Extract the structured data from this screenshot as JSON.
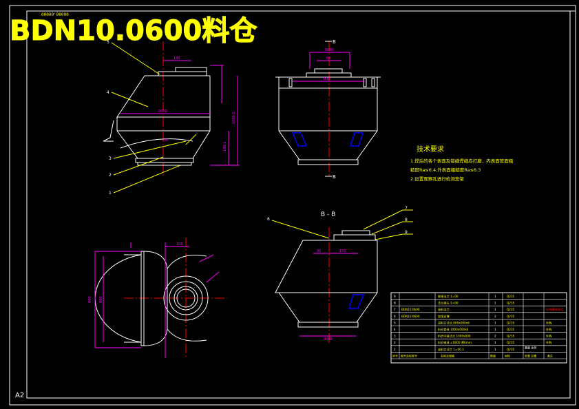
{
  "sheet": {
    "title": "BDN10.0600料仓",
    "small_title": "00000'00000",
    "sheet_size": "A2"
  },
  "colors": {
    "background": "#000000",
    "white": "#ffffff",
    "yellow": "#ffff00",
    "magenta": "#ff00ff",
    "red": "#ff0000",
    "blue": "#0000ff"
  },
  "front_view": {
    "part_numbers": [
      "5",
      "4",
      "3",
      "2",
      "1"
    ],
    "dimensions": [
      "180",
      "0000",
      "00",
      "00",
      "00",
      "1000.1",
      "180.1"
    ]
  },
  "side_view": {
    "section_marks": [
      "B",
      "B"
    ],
    "dimensions": [
      "0000",
      "00",
      "000"
    ]
  },
  "plan_view": {
    "dimensions": [
      "100",
      "000",
      "000",
      "000"
    ]
  },
  "section_view": {
    "label": "B - B",
    "part_numbers": [
      "6",
      "7",
      "8",
      "9"
    ],
    "dimensions": [
      "30",
      "170",
      "0000"
    ]
  },
  "technical_requirements": {
    "heading": "技术要求",
    "lines": [
      "1.焊后的各个表面及错缝焊缝应打磨，内表面管面粗",
      "糙度Ra≤6.4,外表面粗糙度Ra≤6.3",
      "2.设置观察孔进行检测支架"
    ]
  },
  "parts_table": {
    "rows": [
      {
        "no": "9",
        "code": "",
        "name": "联接法兰 1=00",
        "qty": "1",
        "material": "Q235",
        "note": ""
      },
      {
        "no": "8",
        "code": "",
        "name": "法兰接头 1=00",
        "qty": "1",
        "material": "Q235",
        "note": ""
      },
      {
        "no": "7",
        "code": "BDN10.0600",
        "name": "出料法兰",
        "qty": "1",
        "material": "Q235",
        "note": "标准零件选用"
      },
      {
        "no": "6",
        "code": "BDN10.0600",
        "name": "加强支撑",
        "qty": "2",
        "material": "Q235",
        "note": ""
      },
      {
        "no": "5",
        "code": "",
        "name": "进料口法兰 000x000x6",
        "qty": "1",
        "material": "Q235",
        "note": "外购"
      },
      {
        "no": "4",
        "code": "",
        "name": "料仓筒体 1000x000x6",
        "qty": "1",
        "material": "Q235",
        "note": "外购"
      },
      {
        "no": "3",
        "code": "",
        "name": "料仓中段法兰 1000x000",
        "qty": "2",
        "material": "Q235",
        "note": "外购"
      },
      {
        "no": "2",
        "code": "",
        "name": "料仓锥体 ∠0000 厚6mm",
        "qty": "1",
        "material": "Q235",
        "note": "外购"
      },
      {
        "no": "1",
        "code": "",
        "name": "出料口法兰 1=00.1",
        "qty": "1",
        "material": "Q235",
        "note": ""
      }
    ],
    "header": [
      "序号",
      "图号及标准号",
      "名称及规格",
      "数量",
      "材料",
      "单重 总重",
      "备注"
    ],
    "small_cells": [
      "重量",
      "比例"
    ]
  }
}
